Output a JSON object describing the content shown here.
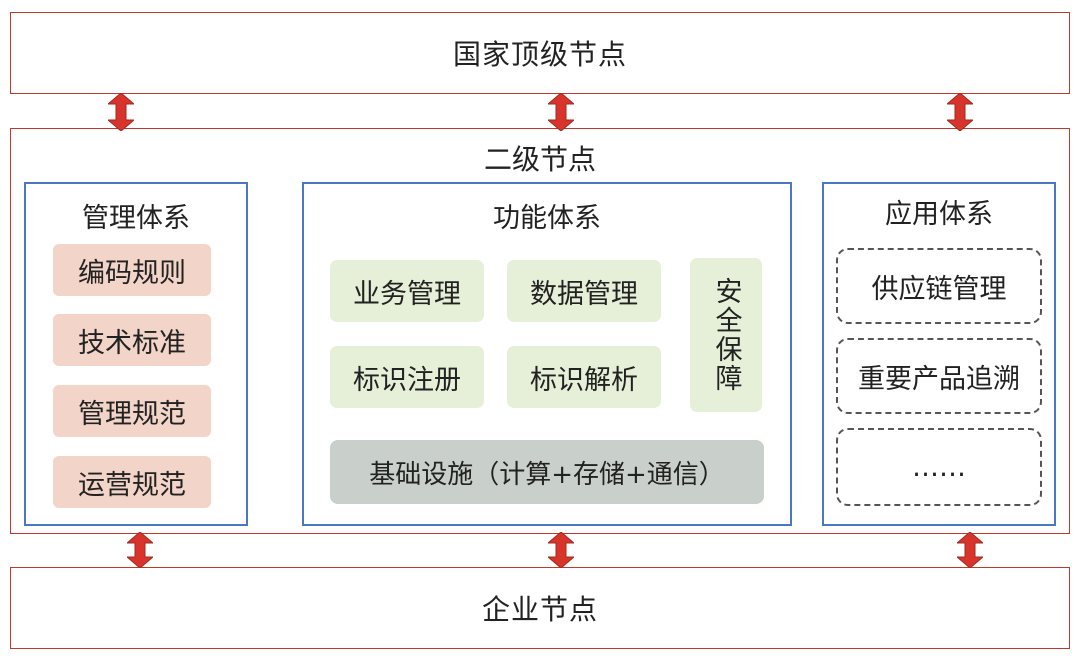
{
  "colors": {
    "tier_border": "#c0392b",
    "panel_border": "#4a78c2",
    "arrow": "#d9342b",
    "pink_box": "#f3d4c8",
    "green_box": "#e6f0d8",
    "gray_box": "#c9cfca"
  },
  "tiers": {
    "top": "国家顶级节点",
    "middle": "二级节点",
    "bottom": "企业节点"
  },
  "management": {
    "title": "管理体系",
    "items": [
      "编码规则",
      "技术标准",
      "管理规范",
      "运营规范"
    ]
  },
  "function": {
    "title": "功能体系",
    "items": [
      "业务管理",
      "数据管理",
      "标识注册",
      "标识解析"
    ],
    "security": "安全保障",
    "infrastructure": "基础设施（计算+存储+通信）"
  },
  "application": {
    "title": "应用体系",
    "items": [
      "供应链管理",
      "重要产品追溯",
      "……"
    ]
  },
  "icons": {
    "connector": "double-arrow-icon"
  }
}
